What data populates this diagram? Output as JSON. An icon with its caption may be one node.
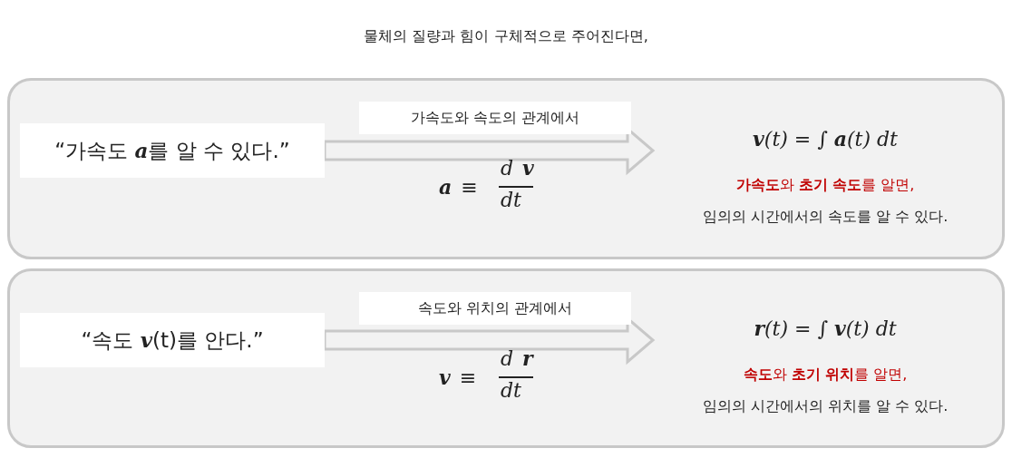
{
  "diagram": {
    "title": "물체의 질량과 힘이 구체적으로 주어진다면,",
    "nodes": [
      {
        "text": [],
        "shape": "box"
      },
      {
        "text": [
          "“가속도 **a**를 알 수 있다.”"
        ],
        "in": 0
      },
      {
        "text": [
          "**v**(t) = ∫ **a**(t) dt",
          "**가속도**와 **초기 속도**를 알면,",
          "임의의 시간에서의 속도를 알 수 있다."
        ],
        "in": 0
      },
      {
        "text": [],
        "shape": "box"
      },
      {
        "text": [
          "“속도 **v**(t)를 안다.”"
        ],
        "in": 3
      },
      {
        "text": [
          "**r**(t) = ∫ **v**(t) dt",
          "**속도**와 **초기 위치**를 알면,",
          "임의의 시간에서의 위치를 알 수 있다."
        ],
        "in": 3
      }
    ],
    "edges": [
      {
        "from": 1,
        "to": 2,
        "arrow": "to",
        "label": "가속도와 속도의 관계에서",
        "style": "thick"
      },
      {
        "from": 4,
        "to": 5,
        "arrow": "to",
        "label": "속도와 위치의 관계에서",
        "style": "thick"
      }
    ],
    "labels": [
      "**a** ≡",
      "d**v**",
      "dt",
      "**v** ≡",
      "d**r**",
      "dt"
    ]
  }
}
